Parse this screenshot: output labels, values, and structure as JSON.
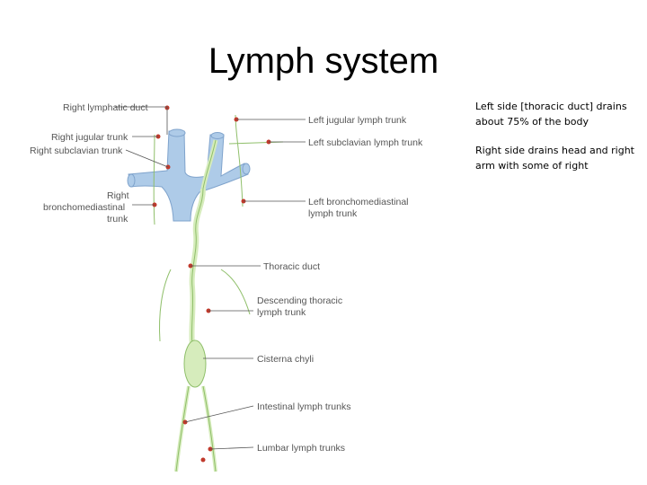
{
  "slide": {
    "title": "Lymph system"
  },
  "diagram": {
    "labels": {
      "right_lymphatic_duct": "Right lymphatic duct",
      "right_jugular_trunk": "Right jugular trunk",
      "right_subclavian_trunk": "Right subclavian trunk",
      "right_broncho_line1": "Right",
      "right_broncho_line2": "bronchomediastinal",
      "right_broncho_line3": "trunk",
      "left_jugular": "Left jugular lymph trunk",
      "left_subclavian": "Left subclavian lymph trunk",
      "left_broncho_line1": "Left bronchomediastinal",
      "left_broncho_line2": "lymph trunk",
      "thoracic_duct": "Thoracic duct",
      "descending_line1": "Descending thoracic",
      "descending_line2": "lymph trunk",
      "cisterna_chyli": "Cisterna chyli",
      "intestinal": "Intestinal lymph trunks",
      "lumbar": "Lumbar lymph trunks"
    },
    "colors": {
      "vessel": "#aecbe8",
      "vessel_outline": "#7fa3cc",
      "lymph": "#d6ecbc",
      "lymph_outline": "#8fbf6a",
      "node": "#c0392b",
      "leader": "#555555"
    }
  },
  "notes": {
    "paragraph1": "Left side [thoracic duct] drains about 75% of the body",
    "paragraph2": "Right side drains head and right arm with some of right"
  }
}
